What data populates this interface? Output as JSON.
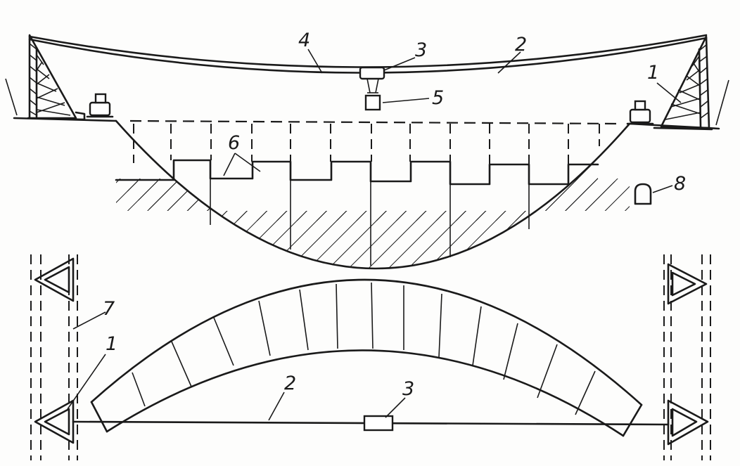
{
  "labels": {
    "top": {
      "pylon": "1",
      "cable": "2",
      "trolley": "3",
      "carrying_rope": "4",
      "load": "5",
      "blocks": "6",
      "detail_8": "8"
    },
    "bottom": {
      "guide_line": "7",
      "pylon": "1",
      "cable": "2",
      "trolley": "3"
    }
  }
}
